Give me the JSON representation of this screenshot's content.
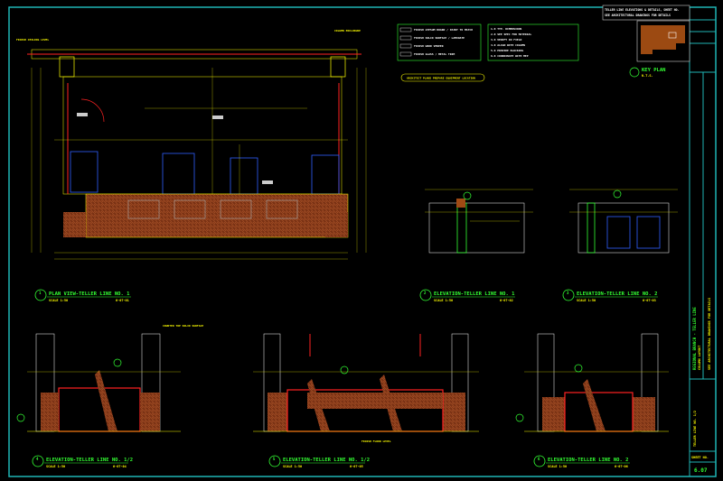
{
  "sheet": {
    "header_line1": "TELLER LINE ELEVATIONS & DETAILS, SHEET NO.",
    "header_line2": "SEE ARCHITECTURAL DRAWINGS FOR DETAILS",
    "key_plan_title": "KEY PLAN",
    "key_plan_scale": "N.T.S.",
    "project_name": "REGIONAL BRANCH - TELLER LINE",
    "project_sub": "COLUMN LAYOUT",
    "drawing_title": "TELLER LINE NO. 1/2",
    "sheet_label": "SHEET NO.",
    "sheet_number": "6.07",
    "note_banner": "ARCHITECT PLANS PREPARE EQUIPMENT LOCATION"
  },
  "legend_left": [
    "FINISH GYPSUM BOARD / PAINT TO MATCH",
    "FINISH SOLID SURFACE / LAMINATE",
    "FINISH WOOD VENEER",
    "FINISH GLASS / METAL TRIM"
  ],
  "legend_right": [
    "1.0  TYP. DIMENSIONS",
    "2.0  SEE SPEC FOR MATERIAL",
    "3.0  VERIFY IN FIELD",
    "4.0  ALIGN WITH COLUMN",
    "5.0  PROVIDE BLOCKING",
    "6.0  COORDINATE WITH MEP"
  ],
  "views": [
    {
      "num": "1",
      "sheet": "A6",
      "title": "PLAN VIEW-TELLER LINE NO. 1",
      "scale": "SCALE 1:50",
      "ref": "6-07-01"
    },
    {
      "num": "2",
      "sheet": "A6",
      "title": "ELEVATION-TELLER LINE NO. 1",
      "scale": "SCALE 1:50",
      "ref": "6-07-02"
    },
    {
      "num": "3",
      "sheet": "A6",
      "title": "ELEVATION-TELLER LINE NO. 2",
      "scale": "SCALE 1:50",
      "ref": "6-07-03"
    },
    {
      "num": "4",
      "sheet": "A6",
      "title": "ELEVATION-TELLER LINE NO. 1/2",
      "scale": "SCALE 1:50",
      "ref": "6-07-04"
    },
    {
      "num": "5",
      "sheet": "A6",
      "title": "ELEVATION-TELLER LINE NO. 1/2",
      "scale": "SCALE 1:50",
      "ref": "6-07-05"
    },
    {
      "num": "6",
      "sheet": "A6",
      "title": "ELEVATION-TELLER LINE NO. 2",
      "scale": "SCALE 1:50",
      "ref": "6-07-06"
    }
  ],
  "callouts": {
    "top_left": "FINISH CEILING LEVEL",
    "top_mid": "COLUMN ENCLOSURE",
    "elev_note": "COUNTER TOP SOLID SURFACE",
    "floor_note": "FINISH FLOOR LEVEL"
  },
  "colors": {
    "border": "#1fb5b5",
    "title": "#33ff33",
    "dim": "#ffff00",
    "wood": "#8b3a1a",
    "red": "#ff2222"
  }
}
